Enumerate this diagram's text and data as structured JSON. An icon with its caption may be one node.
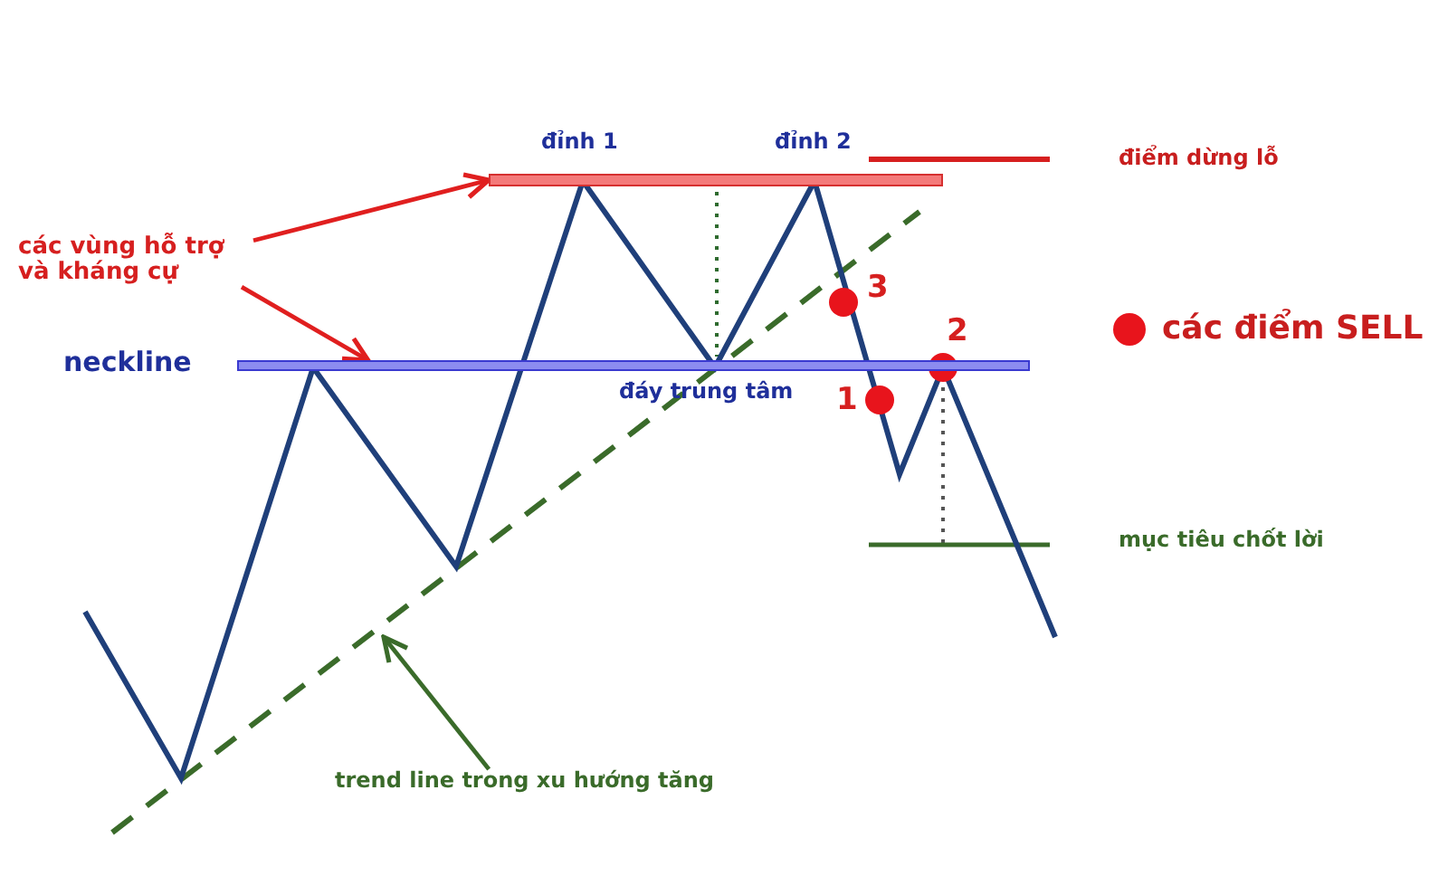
{
  "diagram": {
    "nodes": [
      {
        "text": [
          "các vùng hỗ trợ và kháng cự"
        ]
      },
      {
        "text": [],
        "shape": "bar"
      },
      {
        "text": [],
        "shape": "bar"
      },
      {
        "text": [
          "trend line trong xu hướng tăng"
        ]
      }
    ],
    "edges": [
      {
        "from": 0,
        "to": 1,
        "arrow": "to",
        "color": "#e01f1f"
      },
      {
        "from": 0,
        "to": 2,
        "arrow": "to",
        "color": "#e01f1f"
      },
      {
        "from": 3,
        "to": null,
        "arrow": "to",
        "color": "#3a6b2a"
      }
    ],
    "labels": [
      "đỉnh 1",
      "đỉnh 2",
      "điểm dừng lỗ",
      "3",
      "2",
      "neckline",
      "1",
      "đáy trung tâm",
      "mục tiêu chốt lời"
    ],
    "legend": [
      {
        "text": "các điểm SELL",
        "color": "#e8141c"
      }
    ]
  }
}
